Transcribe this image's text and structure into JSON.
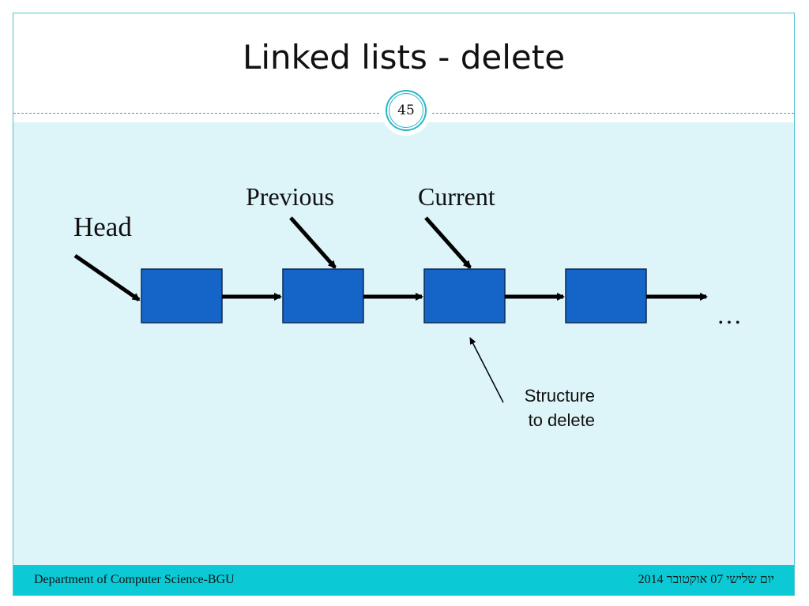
{
  "slide": {
    "title": "Linked lists - delete",
    "page_number": "45"
  },
  "diagram": {
    "labels": {
      "head": "Head",
      "previous": "Previous",
      "current": "Current",
      "ellipsis": "…",
      "annotation_line1": "Structure",
      "annotation_line2": "to delete"
    },
    "node_count": 4,
    "node_color": "#1565c8",
    "current_node_index": 2
  },
  "footer": {
    "left": "Department of Computer Science-BGU",
    "right": "יום שלישי 07 אוקטובר 2014"
  },
  "colors": {
    "accent": "#0bcad6",
    "content_background": "#ddf4f8"
  }
}
